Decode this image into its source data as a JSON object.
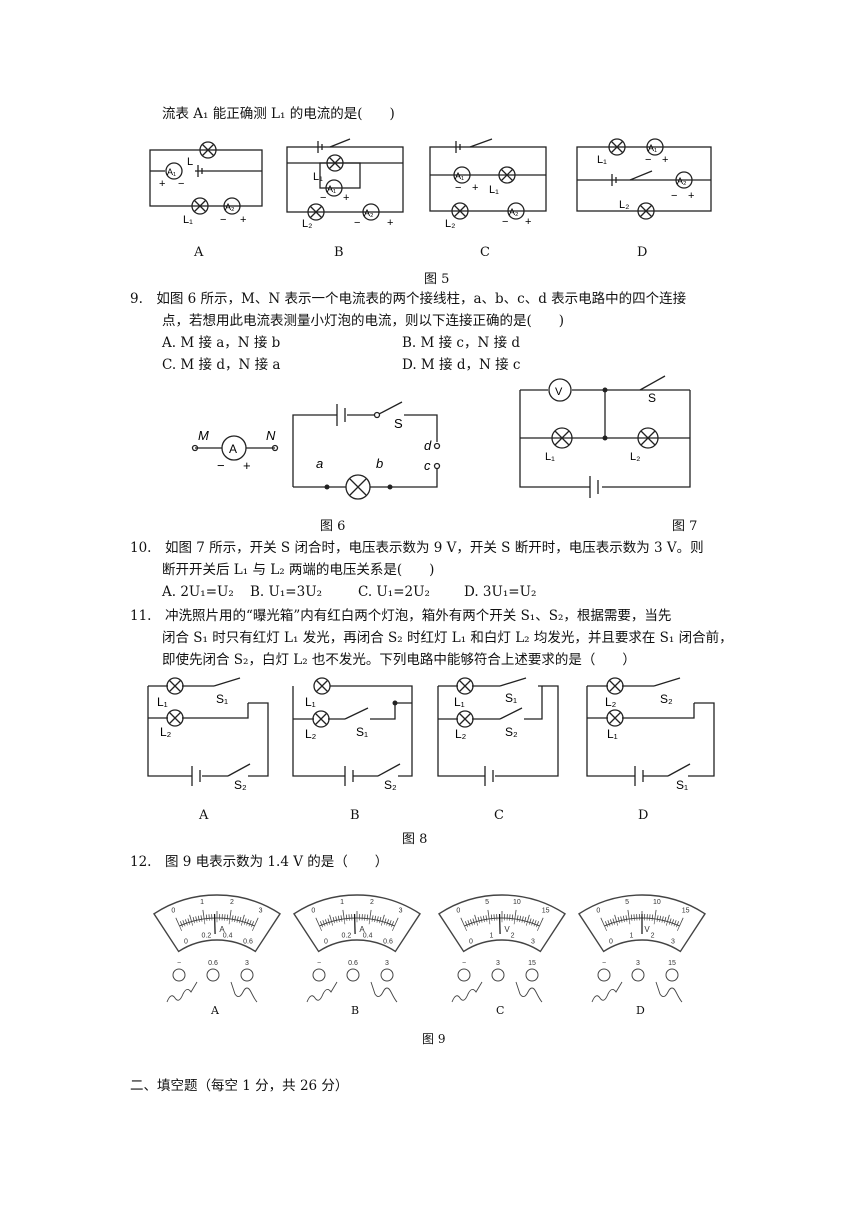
{
  "q8_tail": "流表 A₁ 能正确测 L₁ 的电流的是(　　)",
  "fig5": {
    "caption": "图 5",
    "options": [
      "A",
      "B",
      "C",
      "D"
    ]
  },
  "q9": {
    "line1": "9.　如图 6 所示，M、N 表示一个电流表的两个接线柱，a、b、c、d 表示电路中的四个连接",
    "line2": "点，若想用此电流表测量小灯泡的电流，则以下连接正确的是(　　)",
    "optA": "A. M 接 a，N 接 b",
    "optB": "B. M 接 c，N 接 d",
    "optC": "C. M 接 d，N 接 a",
    "optD": "D. M 接 d，N 接 c"
  },
  "fig6": {
    "caption": "图 6",
    "M": "M",
    "N": "N",
    "A": "A",
    "S": "S",
    "a": "a",
    "b": "b",
    "c": "c",
    "d": "d"
  },
  "fig7": {
    "caption": "图 7",
    "V": "V",
    "S": "S",
    "L1": "L₁",
    "L2": "L₂"
  },
  "q10": {
    "line1": "10.　如图 7 所示，开关 S 闭合时，电压表示数为 9 V，开关 S 断开时，电压表示数为 3 V。则",
    "line2": "断开开关后 L₁ 与 L₂ 两端的电压关系是(　　)",
    "optA": "A. 2U₁=U₂",
    "optB": "B. U₁=3U₂",
    "optC": "C. U₁=2U₂",
    "optD": "D. 3U₁=U₂"
  },
  "q11": {
    "line1": "11.　冲洗照片用的“曝光箱”内有红白两个灯泡，箱外有两个开关 S₁、S₂，根据需要，当先",
    "line2": "闭合 S₁ 时只有红灯 L₁ 发光，再闭合 S₂ 时红灯 L₁ 和白灯 L₂ 均发光，并且要求在 S₁ 闭合前，",
    "line3": "即使先闭合 S₂，白灯 L₂ 也不发光。下列电路中能够符合上述要求的是（　　）"
  },
  "fig8": {
    "caption": "图 8",
    "options": [
      "A",
      "B",
      "C",
      "D"
    ]
  },
  "q12": {
    "text": "12.　图 9 电表示数为 1.4 V 的是（　　）"
  },
  "fig9": {
    "caption": "图 9",
    "options": [
      "A",
      "B",
      "C",
      "D"
    ],
    "ammeter_top": [
      "0",
      "1",
      "2",
      "3"
    ],
    "ammeter_bottom": [
      "0",
      "0.2",
      "0.4",
      "0.6"
    ],
    "ammeter_unit": "A",
    "ammeter_terminals": [
      "−",
      "0.6",
      "3"
    ],
    "voltmeter_top": [
      "0",
      "5",
      "10",
      "15"
    ],
    "voltmeter_bottom": [
      "0",
      "1",
      "2",
      "3"
    ],
    "voltmeter_unit": "V",
    "voltmeter_terminals": [
      "−",
      "3",
      "15"
    ]
  },
  "section2": "二、填空题（每空 1 分，共 26 分）"
}
